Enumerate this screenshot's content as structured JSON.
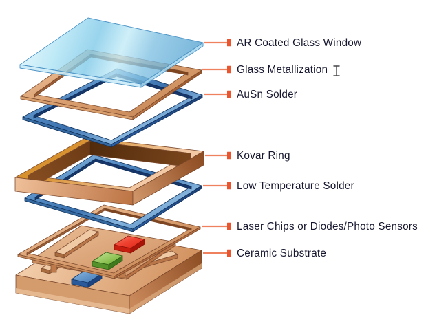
{
  "diagram": {
    "background_color": "#FFFFFF",
    "layers": [
      {
        "id": "ar-coated-glass-window",
        "label": "AR Coated Glass Window",
        "color": "#7CC8E8"
      },
      {
        "id": "glass-metallization",
        "label": "Glass Metallization",
        "color": "#D9A06E"
      },
      {
        "id": "ausn-solder",
        "label": "AuSn Solder",
        "color": "#3A71AE"
      },
      {
        "id": "kovar-ring",
        "label": "Kovar Ring",
        "color": "#C8875A"
      },
      {
        "id": "low-temperature-solder",
        "label": "Low Temperature Solder",
        "color": "#3A71AE"
      },
      {
        "id": "laser-chips",
        "label": "Laser Chips or Diodes/Photo Sensors",
        "color": "#D9A06E"
      },
      {
        "id": "ceramic-substrate",
        "label": "Ceramic Substrate",
        "color": "#D2925F"
      }
    ],
    "chips": [
      {
        "id": "red-chip",
        "color": "#DD2012"
      },
      {
        "id": "green-chip",
        "color": "#68AC28"
      },
      {
        "id": "blue-chip",
        "color": "#3A72B2"
      }
    ],
    "leader_style": {
      "line_color": "#F0815F",
      "cap_color": "#E8552F"
    },
    "label_text_color": "#16172F",
    "text_cursor_visible": true
  }
}
